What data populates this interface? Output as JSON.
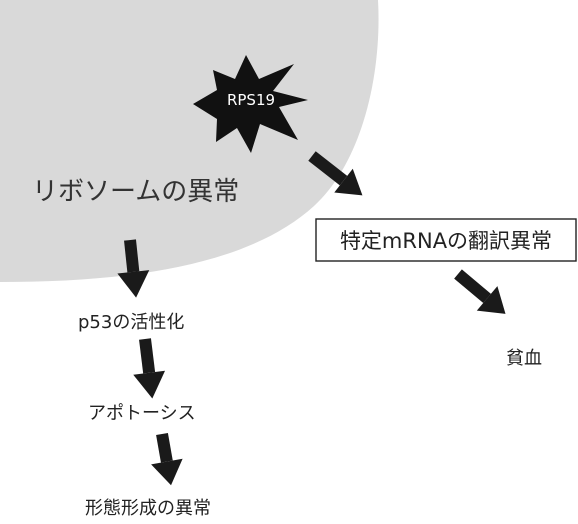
{
  "labels": {
    "rps19": "RPS19",
    "ribosome_abnormality": "リボソームの異常",
    "translation_abnormality": "特定mRNAの翻訳異常",
    "p53_activation": "p53の活性化",
    "apoptosis": "アポトーシス",
    "morphogenesis_abnormality": "形態形成の異常",
    "anemia": "貧血"
  },
  "colors": {
    "ribosome_region": "#d9d9d9",
    "burst": "#111111",
    "arrow": "#1a1a1a",
    "text": "#222222",
    "box_border": "#222222"
  }
}
